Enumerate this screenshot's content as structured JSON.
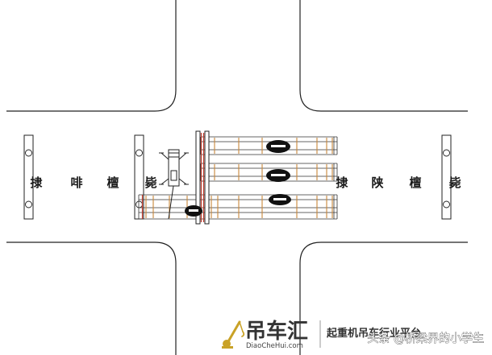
{
  "diagram": {
    "road_labels_left": [
      "捸",
      "啡",
      "檀",
      "毙"
    ],
    "road_labels_right": [
      "捸",
      "陕",
      "檀",
      "毙"
    ]
  },
  "colors": {
    "line": "#222222",
    "diaphragm": "#c8873a",
    "pier_cap_accent": "#c0392b",
    "load": "#111111",
    "logo": "#c9a227"
  },
  "watermark": {
    "logo_icon": "crane-icon",
    "brand": "吊车汇",
    "site": "DiaoCheHui.com",
    "tagline": "起重机吊车行业平台",
    "author": "头条 @桥梁界的小学生"
  }
}
